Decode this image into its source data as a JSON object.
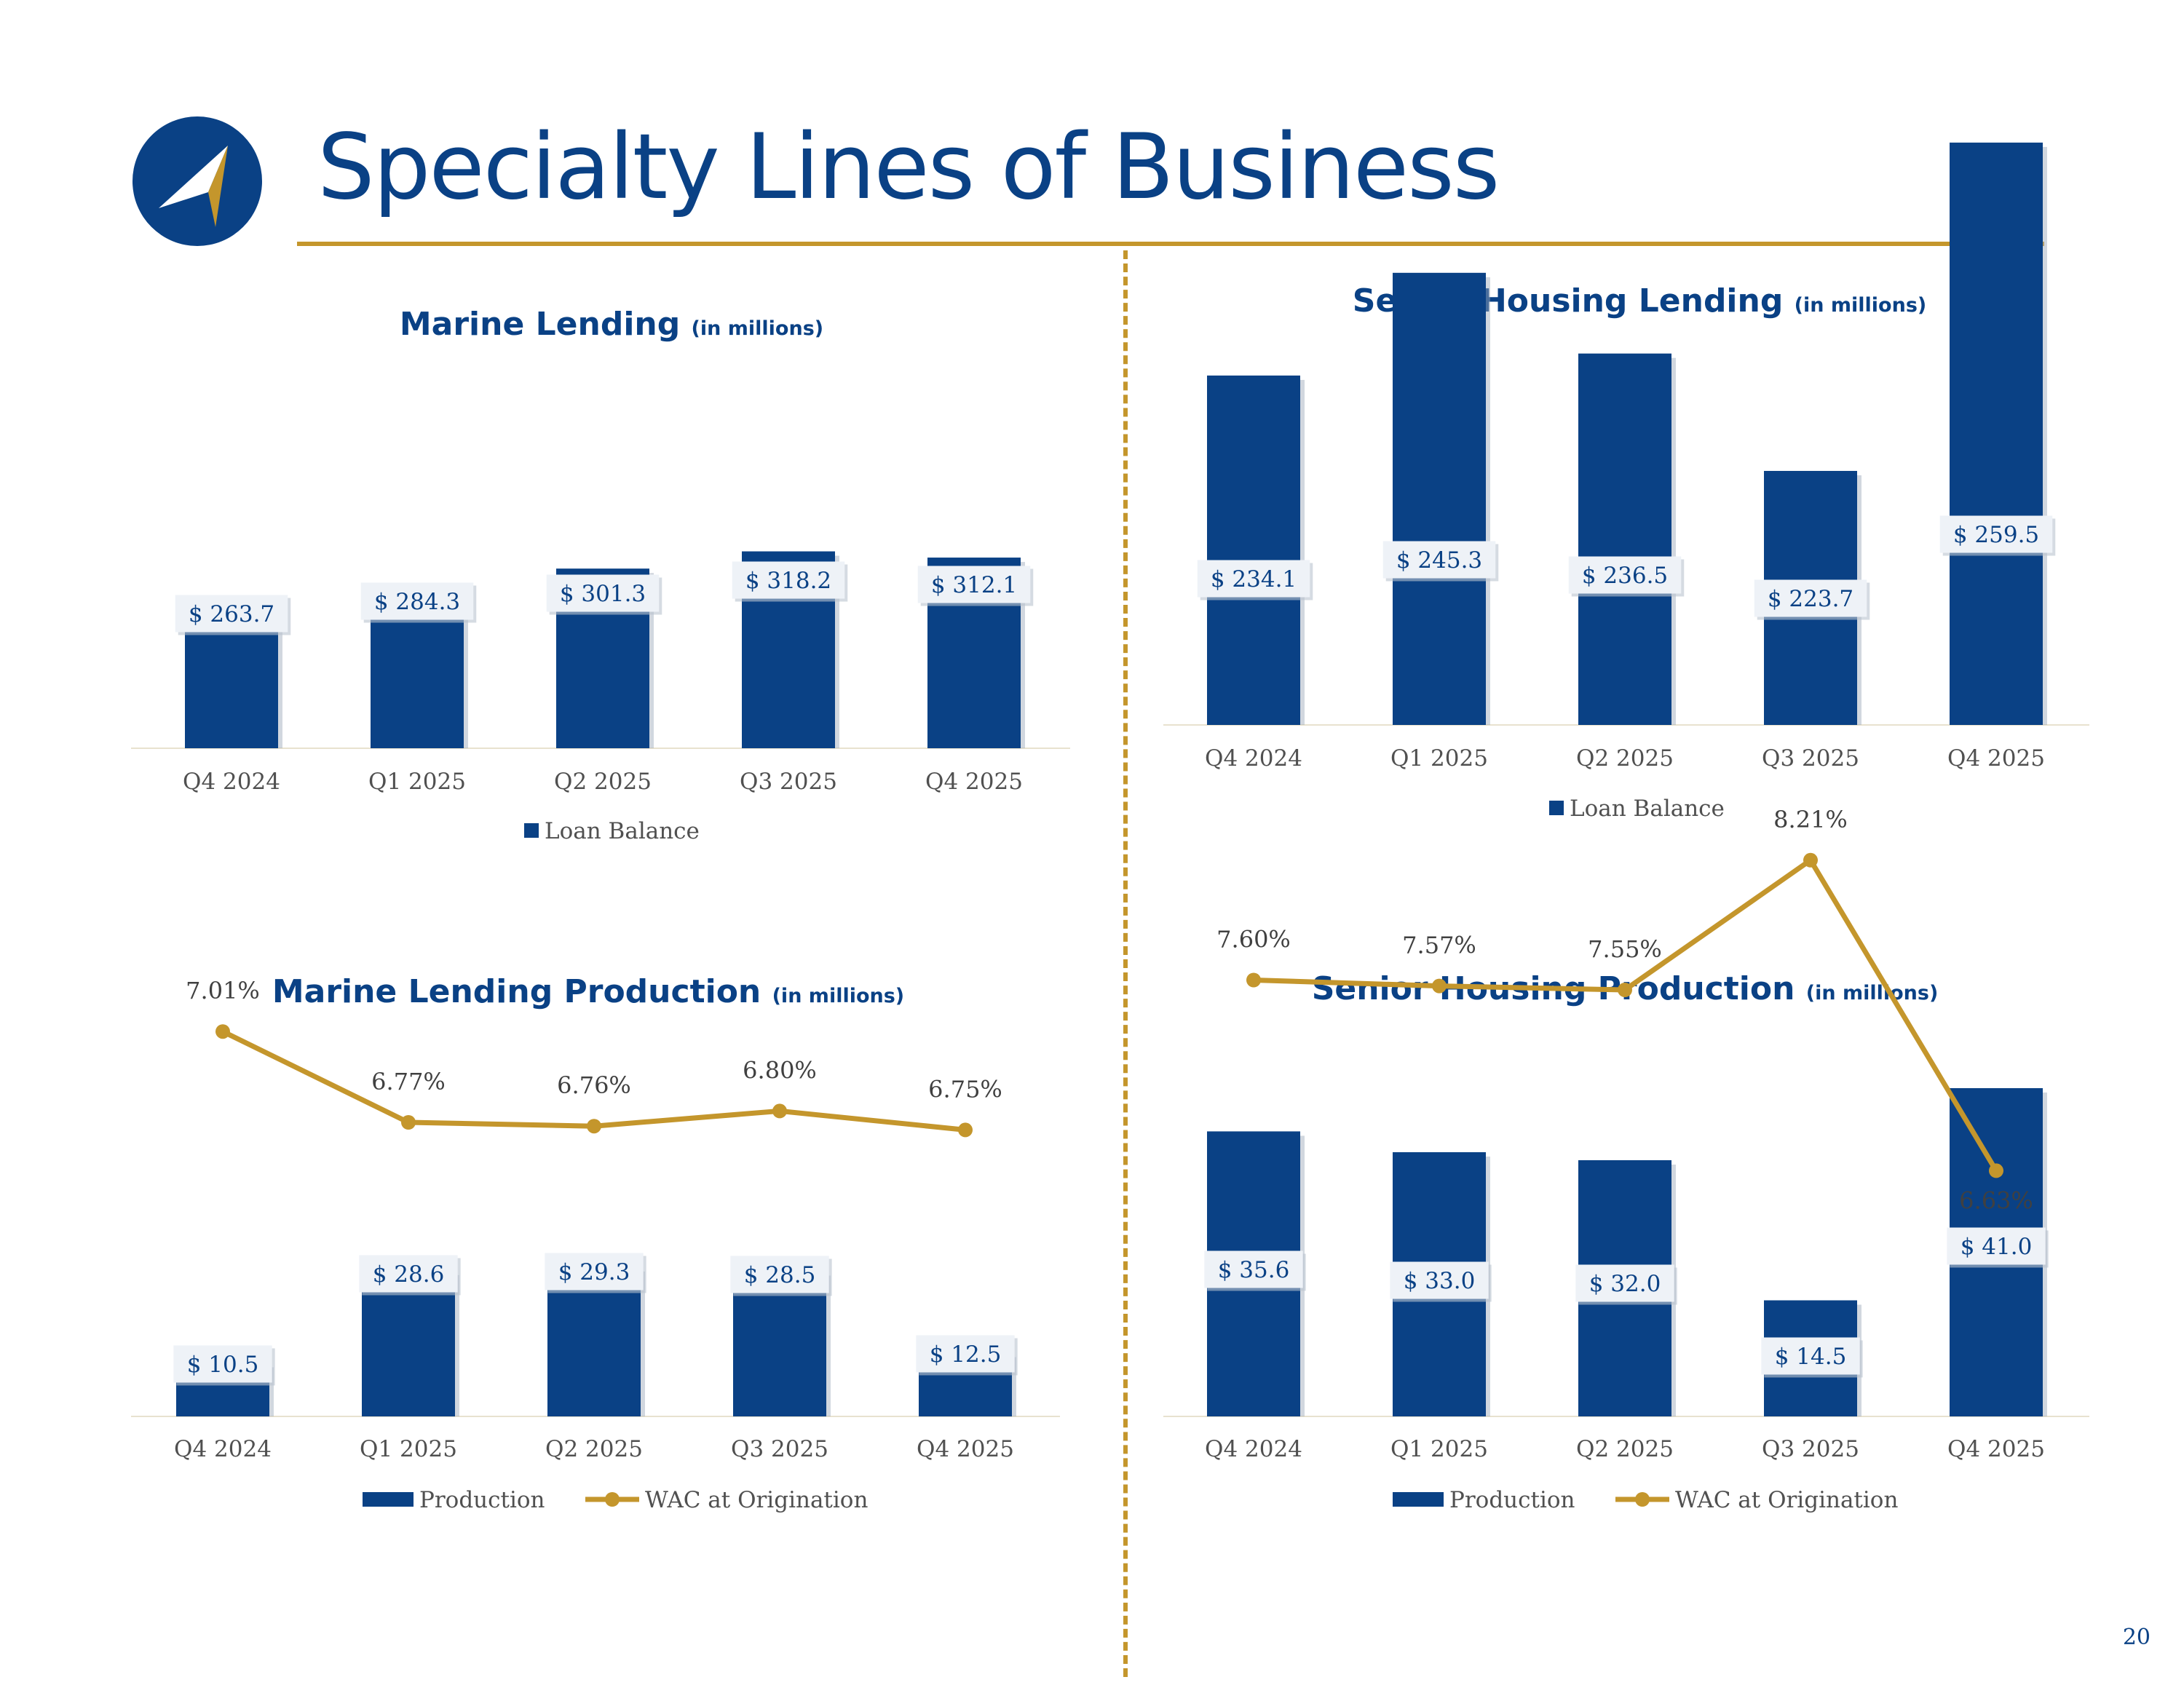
{
  "page": {
    "title": "Specialty Lines of Business",
    "page_number": "20"
  },
  "colors": {
    "navy": "#0a4185",
    "gold": "#c4962c",
    "label_bg": "#eef2f7"
  },
  "chart_data": [
    {
      "id": "marine-lending",
      "type": "bar",
      "title": "Marine Lending",
      "title_unit": "(in millions)",
      "categories": [
        "Q4 2024",
        "Q1 2025",
        "Q2 2025",
        "Q3 2025",
        "Q4 2025"
      ],
      "series": [
        {
          "name": "Loan Balance",
          "values": [
            263.7,
            284.3,
            301.3,
            318.2,
            312.1
          ],
          "labels": [
            "$ 263.7",
            "$ 284.3",
            "$ 301.3",
            "$ 318.2",
            "$ 312.1"
          ]
        }
      ],
      "legend": "bottom"
    },
    {
      "id": "senior-housing-lending",
      "type": "bar",
      "title": "Senior Housing Lending",
      "title_unit": "(in millions)",
      "categories": [
        "Q4 2024",
        "Q1 2025",
        "Q2 2025",
        "Q3 2025",
        "Q4 2025"
      ],
      "series": [
        {
          "name": "Loan Balance",
          "values": [
            234.1,
            245.3,
            236.5,
            223.7,
            259.5
          ],
          "labels": [
            "$ 234.1",
            "$ 245.3",
            "$ 236.5",
            "$ 223.7",
            "$ 259.5"
          ]
        }
      ],
      "legend": "bottom"
    },
    {
      "id": "marine-lending-production",
      "type": "bar",
      "title": "Marine Lending Production",
      "title_unit": "(in millions)",
      "categories": [
        "Q4 2024",
        "Q1 2025",
        "Q2 2025",
        "Q3 2025",
        "Q4 2025"
      ],
      "series": [
        {
          "name": "Production",
          "values": [
            10.5,
            28.6,
            29.3,
            28.5,
            12.5
          ],
          "labels": [
            "$ 10.5",
            "$ 28.6",
            "$ 29.3",
            "$ 28.5",
            "$ 12.5"
          ]
        },
        {
          "name": "WAC at Origination",
          "type": "line",
          "values": [
            7.01,
            6.77,
            6.76,
            6.8,
            6.75
          ],
          "labels": [
            "7.01%",
            "6.77%",
            "6.76%",
            "6.80%",
            "6.75%"
          ]
        }
      ],
      "legend": "bottom"
    },
    {
      "id": "senior-housing-production",
      "type": "bar",
      "title": "Senior Housing Production",
      "title_unit": "(in millions)",
      "categories": [
        "Q4 2024",
        "Q1 2025",
        "Q2 2025",
        "Q3 2025",
        "Q4 2025"
      ],
      "series": [
        {
          "name": "Production",
          "values": [
            35.6,
            33.0,
            32.0,
            14.5,
            41.0
          ],
          "labels": [
            "$ 35.6",
            "$ 33.0",
            "$ 32.0",
            "$ 14.5",
            "$ 41.0"
          ]
        },
        {
          "name": "WAC at Origination",
          "type": "line",
          "values": [
            7.6,
            7.57,
            7.55,
            8.21,
            6.63
          ],
          "labels": [
            "7.60%",
            "7.57%",
            "7.55%",
            "8.21%",
            "6.63%"
          ]
        }
      ],
      "legend": "bottom"
    }
  ]
}
